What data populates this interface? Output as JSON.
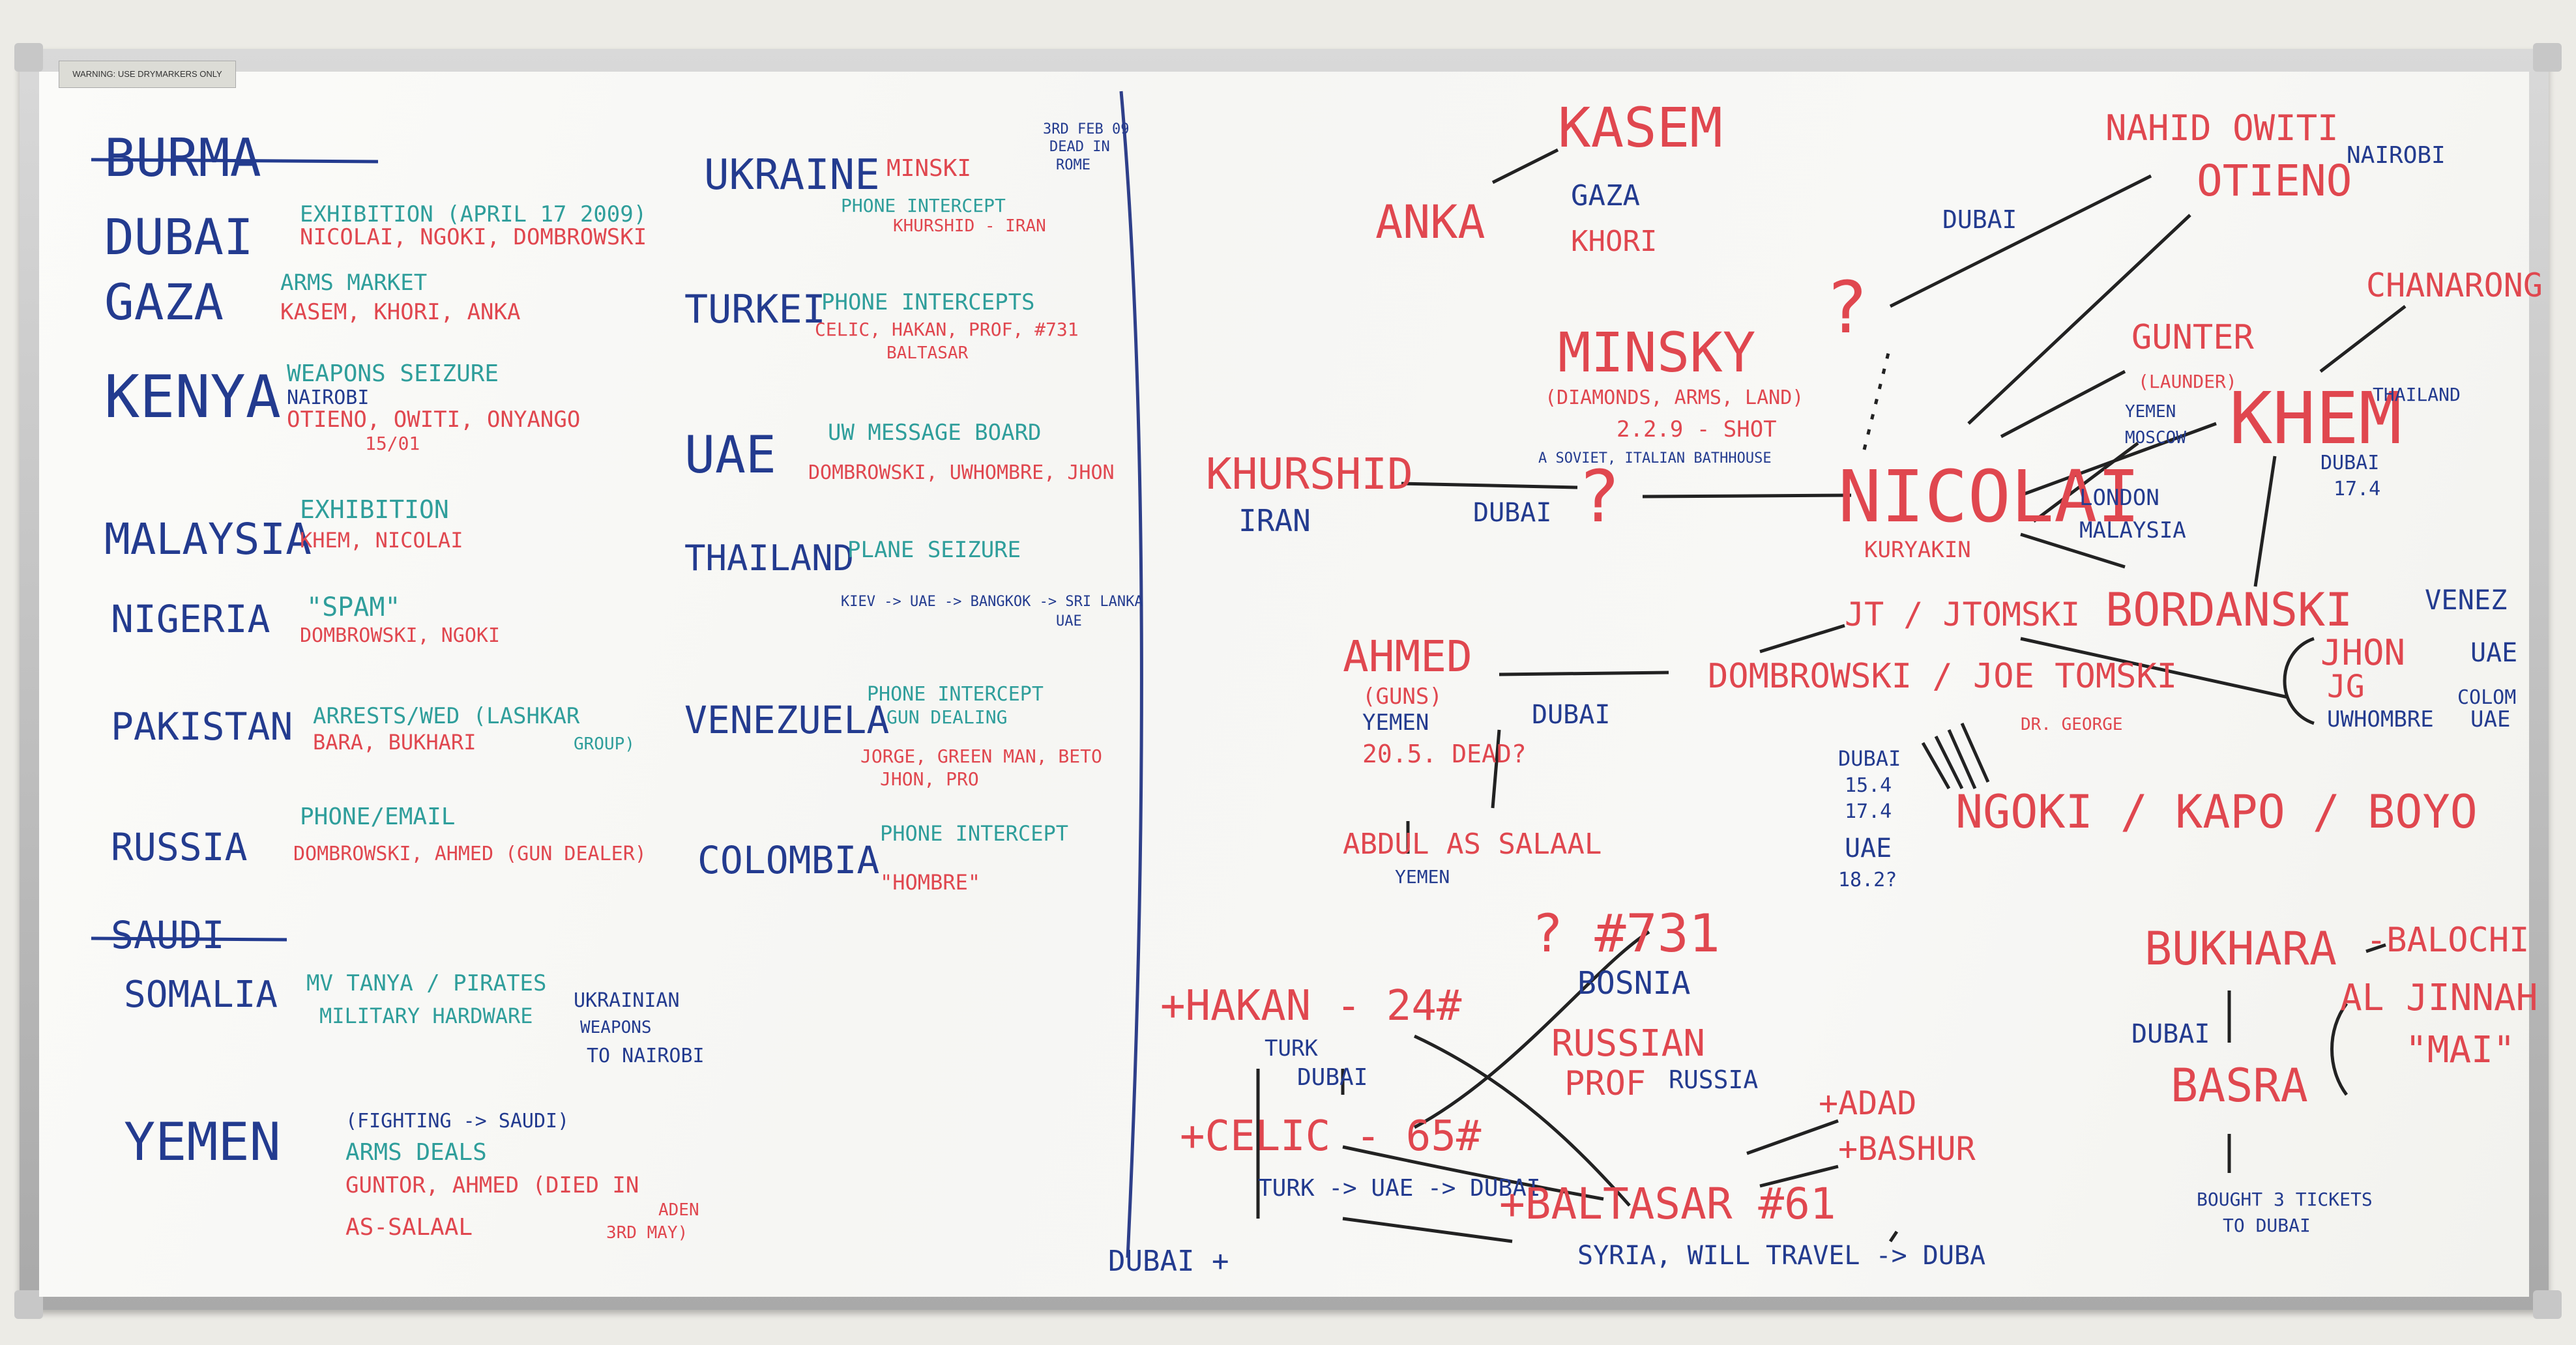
{
  "colors": {
    "blue": "#233b8f",
    "red": "#e0474f",
    "teal": "#2f9e9b",
    "frame": "#b8b8b8"
  },
  "board_label": "WARNING: USE DRYMARKERS ONLY",
  "left": {
    "burma": "BURMA",
    "dubai": "DUBAI",
    "dubai_1": "EXHIBITION (APRIL 17 2009)",
    "dubai_2": "NICOLAI, NGOKI, DOMBROWSKI",
    "gaza": "GAZA",
    "gaza_1": "ARMS MARKET",
    "gaza_2": "KASEM, KHORI, ANKA",
    "kenya": "KENYA",
    "kenya_1": "WEAPONS SEIZURE",
    "kenya_2": "NAIROBI",
    "kenya_3": "OTIENO, OWITI, ONYANGO",
    "kenya_4": "15/01",
    "malaysia": "MALAYSIA",
    "malaysia_1": "EXHIBITION",
    "malaysia_2": "KHEM, NICOLAI",
    "nigeria": "NIGERIA",
    "nigeria_1": "\"SPAM\"",
    "nigeria_2": "DOMBROWSKI, NGOKI",
    "pakistan": "PAKISTAN",
    "pakistan_1": "ARRESTS/WED (LASHKAR",
    "pakistan_1b": "GROUP)",
    "pakistan_2": "BARA, BUKHARI",
    "russia": "RUSSIA",
    "russia_1": "PHONE/EMAIL",
    "russia_2": "DOMBROWSKI, AHMED (GUN DEALER)",
    "saudi": "SAUDI",
    "somalia": "SOMALIA",
    "somalia_1": "MV TANYA / PIRATES",
    "somalia_2": "MILITARY HARDWARE",
    "somalia_3": "UKRAINIAN",
    "somalia_4": "WEAPONS",
    "somalia_5": "TO NAIROBI",
    "yemen": "YEMEN",
    "yemen_1": "(FIGHTING -> SAUDI)",
    "yemen_2": "ARMS DEALS",
    "yemen_3": "GUNTOR, AHMED (DIED IN",
    "yemen_4": "ADEN",
    "yemen_5": "AS-SALAAL",
    "yemen_6": "3rd MAY)"
  },
  "middle": {
    "ukraine": "UKRAINE",
    "ukraine_1": "MINSKI",
    "ukraine_2": "3rd feb 09",
    "ukraine_3": "DEAD IN",
    "ukraine_4": "ROME",
    "ukraine_5": "PHONE INTERCEPT",
    "ukraine_6": "KHURSHID - IRAN",
    "turkey": "TURKEI",
    "turkey_1": "PHONE INTERCEPTS",
    "turkey_2": "CELIC, HAKAN, PROF, #731",
    "turkey_3": "BALTASAR",
    "uae": "UAE",
    "uae_1": "UW MESSAGE BOARD",
    "uae_2": "DOMBROWSKI, UWHOMBRE, JHON",
    "thailand": "THAILAND",
    "thailand_1": "PLANE SEIZURE",
    "thailand_2": "KIEV -> UAE -> BANGKOK -> SRI LANKA",
    "thailand_3": "UAE",
    "venezuela": "VENEZUELA",
    "venezuela_1": "PHONE INTERCEPT",
    "venezuela_2": "GUN DEALING",
    "venezuela_3": "JORGE, GREEN MAN, BETO",
    "venezuela_4": "JHON, PRO",
    "colombia": "COLOMBIA",
    "colombia_1": "PHONE INTERCEPT",
    "colombia_2": "\"HOMBRE\""
  },
  "right": {
    "kasem": "KASEM",
    "anka": "ANKA",
    "gaza": "GAZA",
    "khori": "KHORI",
    "nahid": "NAHID OWITI",
    "otieno": "OTIENO",
    "nairobi": "NAIROBI",
    "dubai_a": "DUBAI",
    "question_a": "?",
    "minsky": "MINSKY",
    "minsky_1": "(DIAMONDS, ARMS, LAND)",
    "minsky_2": "2.2.9 - shot",
    "minsky_3": "A SOVIET, ITALIAN BATHHOUSE",
    "guntor": "GUNTER",
    "guntor_1": "(LAUNDER)",
    "guntor_2": "YEMEN",
    "guntor_3": "MOSCOW",
    "chanarong": "CHANARONG",
    "khem": "KHEM",
    "thailand": "THAILAND",
    "khem_dubai": "DUBAI",
    "khem_date": "17.4",
    "khurshid": "KHURSHID",
    "iran": "IRAN",
    "dubai_b": "DUBAI",
    "question_b": "?",
    "nicolai": "NICOLAI",
    "kuryakin": "KURYAKIN",
    "london": "LONDON",
    "malaysia": "MALAYSIA",
    "bordanski": "BORDANSKI",
    "jt": "JT / JTOMSKI",
    "ahmed": "AHMED",
    "ahmed_1": "(GUNS)",
    "ahmed_2": "YEMEN",
    "ahmed_3": "20.5. DEAD?",
    "dubai_c": "DUBAI",
    "dombrowski": "DOMBROWSKI / JOE TOMSKI",
    "venez": "VENEZ",
    "jhon": "JHON",
    "uae_1": "UAE",
    "jg": "JG",
    "colom": "COLOM",
    "uwhombre": "UWHOMBRE",
    "uae_2": "UAE",
    "dr_george": "DR. GEORGE",
    "dubai_dates": "DUBAI",
    "d1": "15.4",
    "d2": "17.4",
    "uae_3": "UAE",
    "d3": "18.2?",
    "ngoki": "NGOKI / KAPO / BOYO",
    "abdul": "ABDUL AS SALAAL",
    "abdul_yemen": "YEMEN",
    "n731": "? #731",
    "bosnia": "BOSNIA",
    "hakan": "+HAKAN - 24#",
    "turk_a": "TURK",
    "dubai_d": "DUBAI",
    "russian": "RUSSIAN",
    "prof": "PROF",
    "russia": "RUSSIA",
    "celic": "+CELIC - 65#",
    "turk_b": "TURK -> UAE -> DUBAI",
    "baltasar": "+BALTASAR #61",
    "syria": "SYRIA, WILL TRAVEL -> DUBA",
    "adad": "+ADAD",
    "bashur": "+BASHUR",
    "dubai_e": "DUBAI +",
    "bukhara": "BUKHARA",
    "baloch": "-BALOCHI",
    "dubai_f": "DUBAI",
    "aljinnah": "AL JINNAH",
    "mai": "\"MAI\"",
    "basra": "BASRA",
    "tickets_1": "BOUGHT 3 TICKETS",
    "tickets_2": "TO DUBAI"
  }
}
